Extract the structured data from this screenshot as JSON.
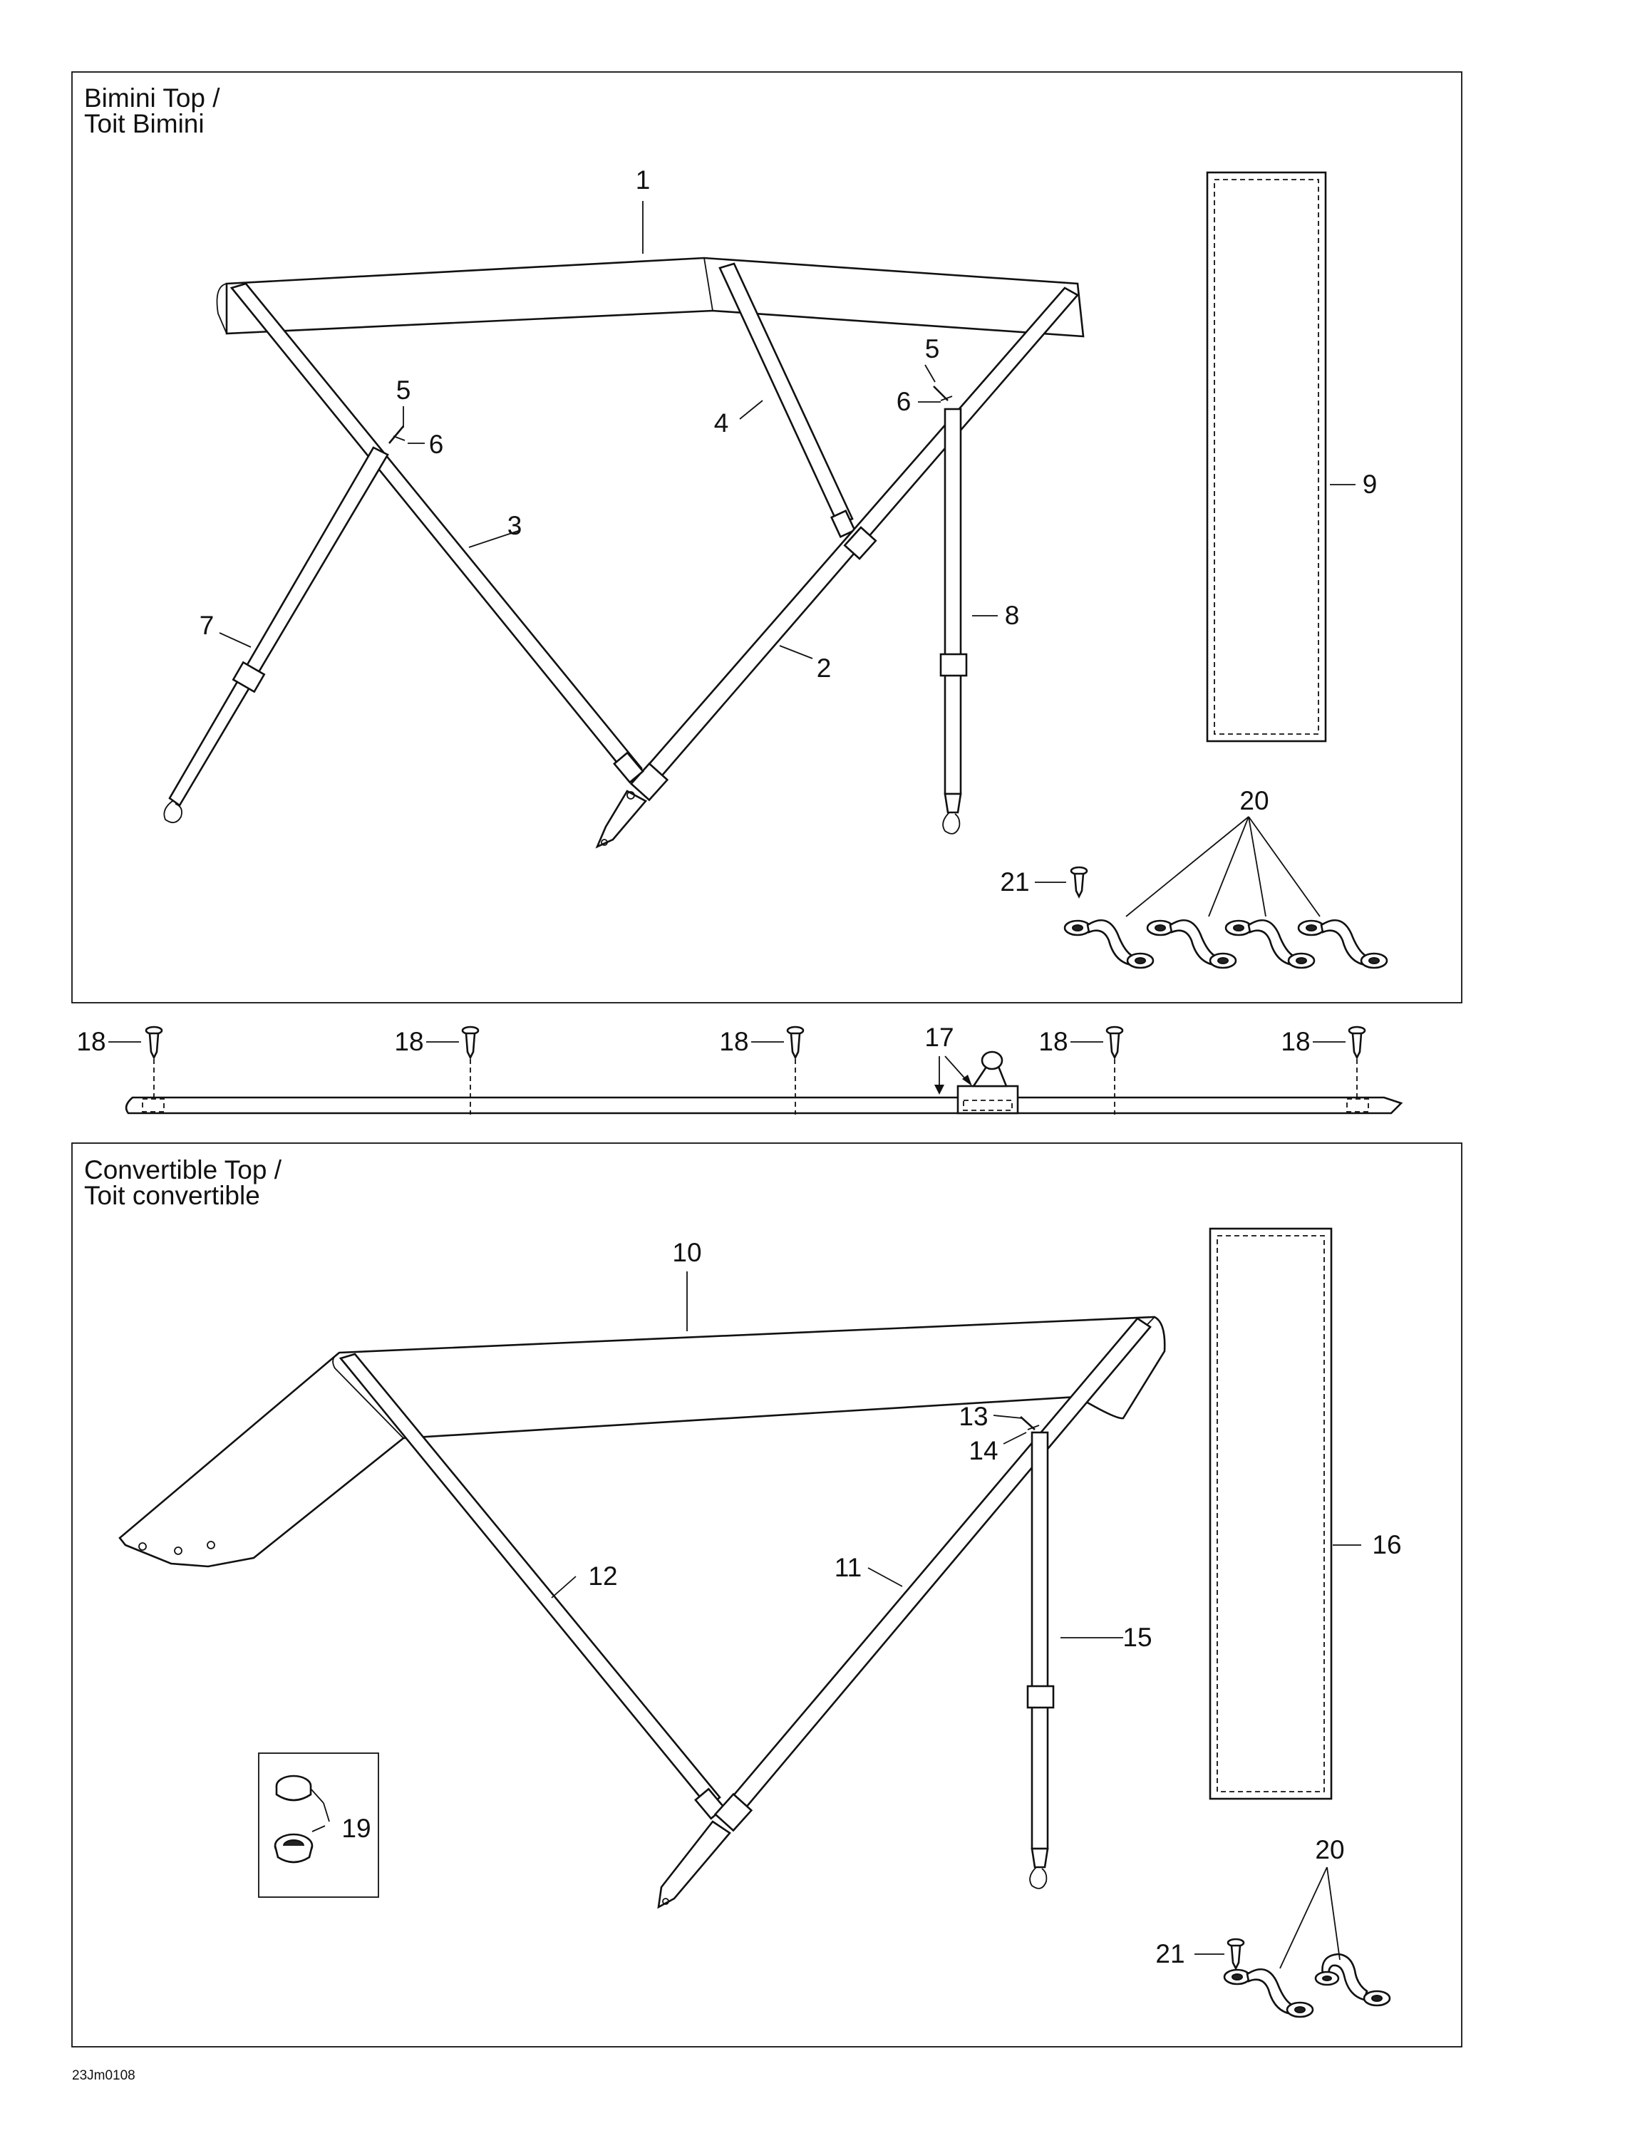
{
  "panels": {
    "bimini": {
      "title_line1": "Bimini Top /",
      "title_line2": "Toit Bimini"
    },
    "convertible": {
      "title_line1": "Convertible Top /",
      "title_line2": "Toit convertible"
    }
  },
  "callouts": {
    "bimini": [
      "1",
      "2",
      "3",
      "4",
      "5",
      "6",
      "5",
      "6",
      "7",
      "8",
      "9",
      "20",
      "21"
    ],
    "rail": [
      "18",
      "18",
      "18",
      "17",
      "18",
      "18"
    ],
    "convertible": [
      "10",
      "11",
      "12",
      "13",
      "14",
      "15",
      "16",
      "19",
      "20",
      "21"
    ]
  },
  "footer": {
    "reference": "23Jm0108"
  },
  "colors": {
    "line": "#111111",
    "background": "#ffffff"
  }
}
